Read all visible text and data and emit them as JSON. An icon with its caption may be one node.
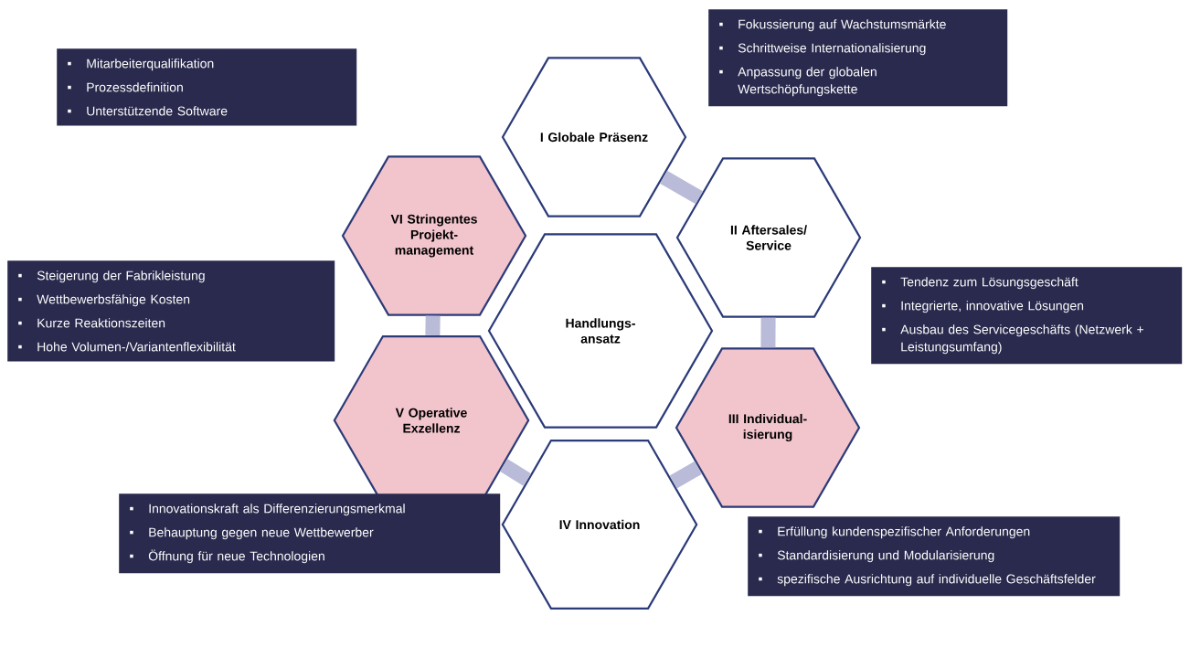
{
  "diagram": {
    "nodes": [
      {
        "text": [
          "I Globale Präsenz"
        ]
      },
      {
        "text": [
          "II Aftersales/ Service"
        ]
      },
      {
        "text": [
          "III Individual-isierung"
        ]
      },
      {
        "text": [
          "IV Innovation"
        ]
      },
      {
        "text": [
          "V Operative Exzellenz"
        ]
      },
      {
        "text": [
          "VI Stringentes Projekt-management"
        ]
      },
      {
        "text": [
          "Handlungs-ansatz"
        ]
      },
      {
        "text": [
          "Mitarbeiterqualifikation",
          "Prozessdefinition",
          "Unterstützende Software"
        ]
      },
      {
        "text": [
          "Fokussierung auf Wachstumsmärkte",
          "Schrittweise Internationalisierung",
          "Anpassung der globalen Wertschöpfungskette"
        ]
      },
      {
        "text": [
          "Tendenz zum Lösungsgeschäft",
          "Integrierte, innovative Lösungen",
          "Ausbau des Servicegeschäfts (Netzwerk + Leistungsumfang)"
        ]
      },
      {
        "text": [
          "Erfüllung kundenspezifischer Anforderungen",
          "Standardisierung und Modularisierung",
          "spezifische Ausrichtung auf individuelle Geschäftsfelder"
        ]
      },
      {
        "text": [
          "Innovationskraft als Differenzierungsmerkmal",
          "Behauptung gegen neue Wettbewerber",
          "Öffnung für neue Technologien"
        ]
      },
      {
        "text": [
          "Steigerung der Fabrikleistung",
          "Wettbewerbsfähige Kosten",
          "Kurze Reaktionszeiten",
          "Hohe Volumen-/Variantenflexibilität"
        ]
      }
    ],
    "edges": [
      {
        "from": 0,
        "to": 1,
        "arrow": "none"
      },
      {
        "from": 1,
        "to": 2,
        "arrow": "none"
      },
      {
        "from": 2,
        "to": 3,
        "arrow": "none"
      },
      {
        "from": 3,
        "to": 4,
        "arrow": "none"
      },
      {
        "from": 4,
        "to": 5,
        "arrow": "none"
      }
    ]
  }
}
